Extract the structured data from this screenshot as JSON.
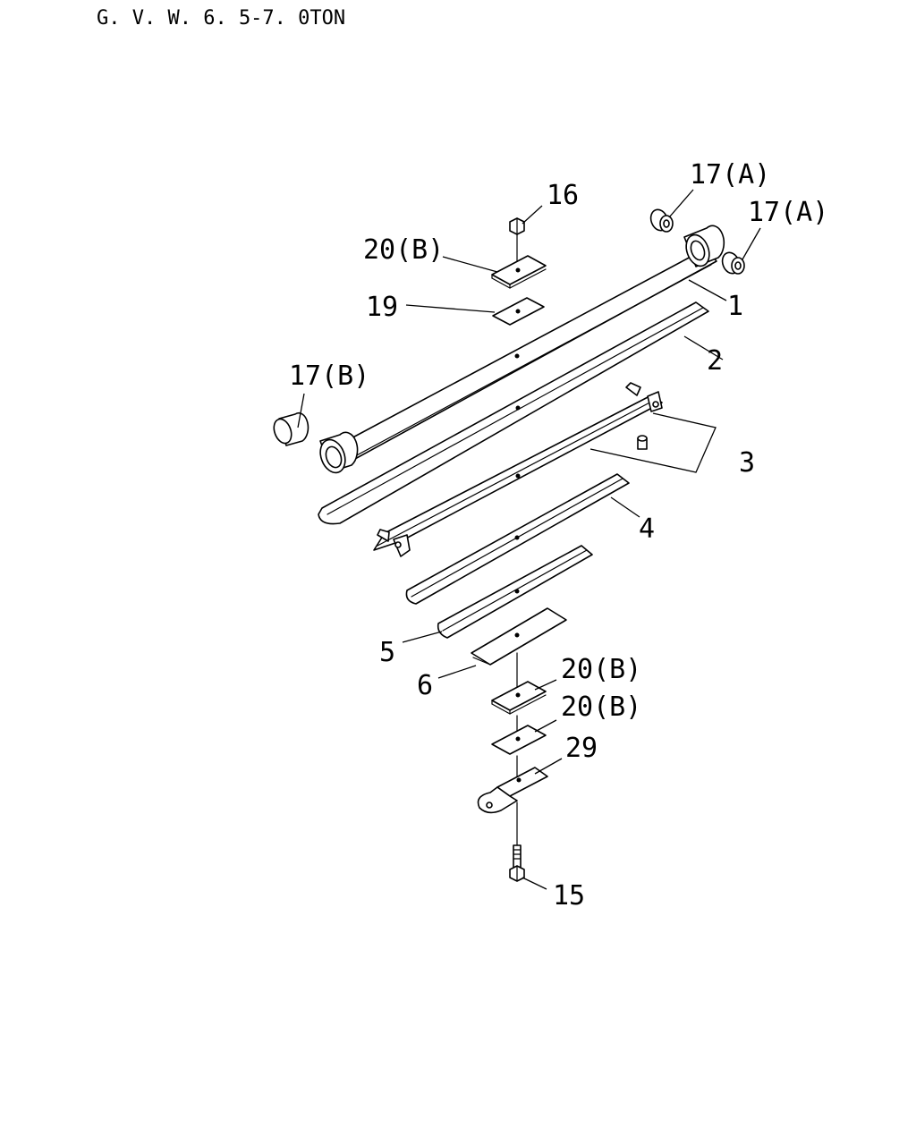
{
  "header": {
    "title": "G. V. W. 6. 5-7. 0TON"
  },
  "callouts": {
    "c17a_top": "17(A)",
    "c17a_right": "17(A)",
    "c16": "16",
    "c20b_top": "20(B)",
    "c19": "19",
    "c1": "1",
    "c2": "2",
    "c17b": "17(B)",
    "c3": "3",
    "c4": "4",
    "c5": "5",
    "c6": "6",
    "c20b_mid": "20(B)",
    "c20b_low": "20(B)",
    "c29": "29",
    "c15": "15"
  },
  "colors": {
    "line": "#000000",
    "background": "#ffffff"
  }
}
